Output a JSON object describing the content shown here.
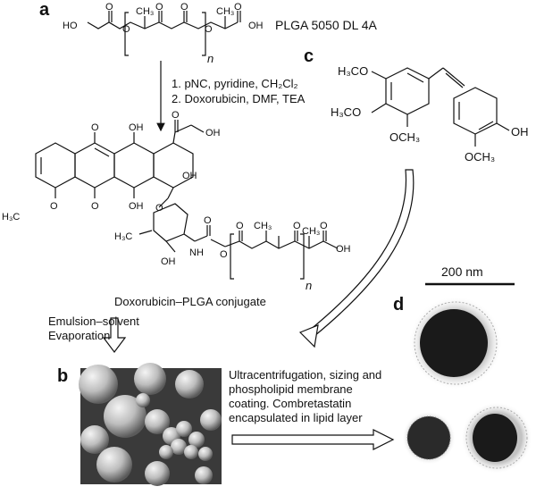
{
  "panels": {
    "a": "a",
    "b": "b",
    "c": "c",
    "d": "d"
  },
  "polymer_name": "PLGA 5050 DL 4A",
  "repeat_index": "n",
  "reaction_steps": [
    "1. pNC, pyridine, CH₂Cl₂",
    "2. Doxorubicin, DMF, TEA"
  ],
  "conjugate_label": "Doxorubicin–PLGA conjugate",
  "emulsion_label": "Emulsion–solvent\nEvaporation",
  "coating_label": "Ultracentrifugation, sizing and\nphospholipid membrane\ncoating. Combretastatin\nencapsulated in lipid layer",
  "scale_bar_label": "200 nm",
  "atoms": {
    "ho": "HO",
    "oh": "OH",
    "o": "O",
    "ch3": "CH₃",
    "h3c": "H₃C",
    "och3": "OCH₃",
    "h3co": "H₃CO",
    "nh": "NH"
  },
  "colors": {
    "ink": "#111111",
    "sem_bg": "#3a3a3a",
    "tem_particle": "#1a1a1a"
  }
}
